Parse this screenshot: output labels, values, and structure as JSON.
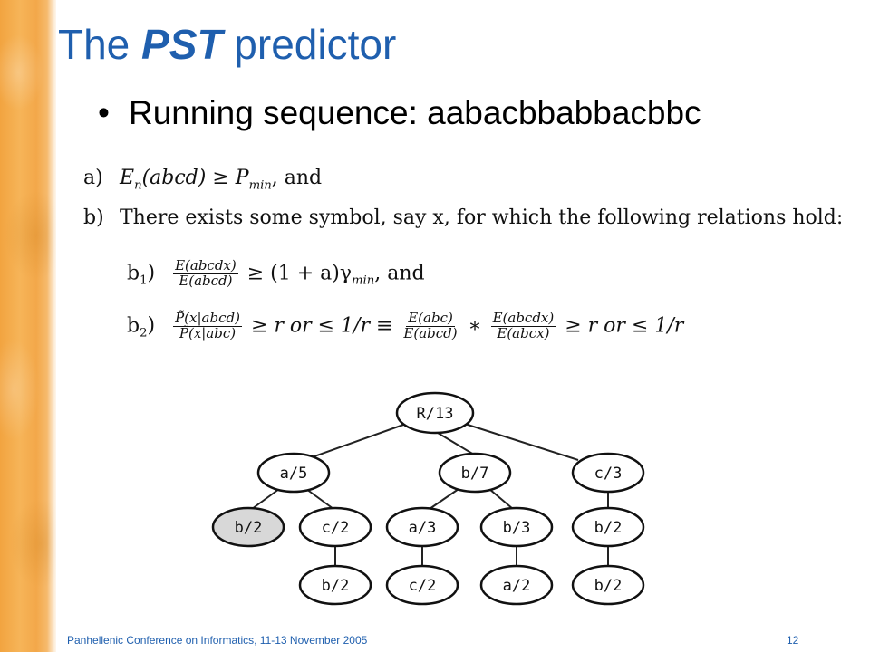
{
  "slide": {
    "title_prefix": "The ",
    "title_emph": "PST",
    "title_suffix": " predictor",
    "bullet": "Running sequence: aabacbbabbacbbc"
  },
  "conditions": {
    "a_label": "a)",
    "a_text_1": "E",
    "a_sub_n": "n",
    "a_text_2": "(abcd) ≥ P",
    "a_sub_min": "min",
    "a_text_3": ", and",
    "b_label": "b)",
    "b_text": "There exists some symbol, say x, for which the following relations hold:",
    "b1_label": "b",
    "b1_sub": "1",
    "b1_num": "E(abcdx)",
    "b1_den": "E(abcd)",
    "b1_rel": "≥ (1 + a)γ",
    "b1_sub_min": "min",
    "b1_tail": ", and",
    "b2_label": "b",
    "b2_sub": "2",
    "b2_f1_num": "P̃(x|abcd)",
    "b2_f1_den": "P̃(x|abc)",
    "b2_mid": "≥ r  or  ≤ 1/r ≡",
    "b2_f2_num": "E(abc)",
    "b2_f2_den": "E(abcd)",
    "b2_star": "∗",
    "b2_f3_num": "E(abcdx)",
    "b2_f3_den": "E(abcx)",
    "b2_tail": "≥ r  or  ≤ 1/r"
  },
  "tree": {
    "nodes": {
      "root": "R/13",
      "a": "a/5",
      "b": "b/7",
      "c": "c/3",
      "ab": "b/2",
      "ac": "c/2",
      "ba": "a/3",
      "bb": "b/3",
      "cb": "b/2",
      "acb": "b/2",
      "bac": "c/2",
      "bba": "a/2",
      "cbb": "b/2"
    }
  },
  "footer": {
    "conference": "Panhellenic Conference on Informatics, 11-13 November 2005",
    "page": "12"
  }
}
